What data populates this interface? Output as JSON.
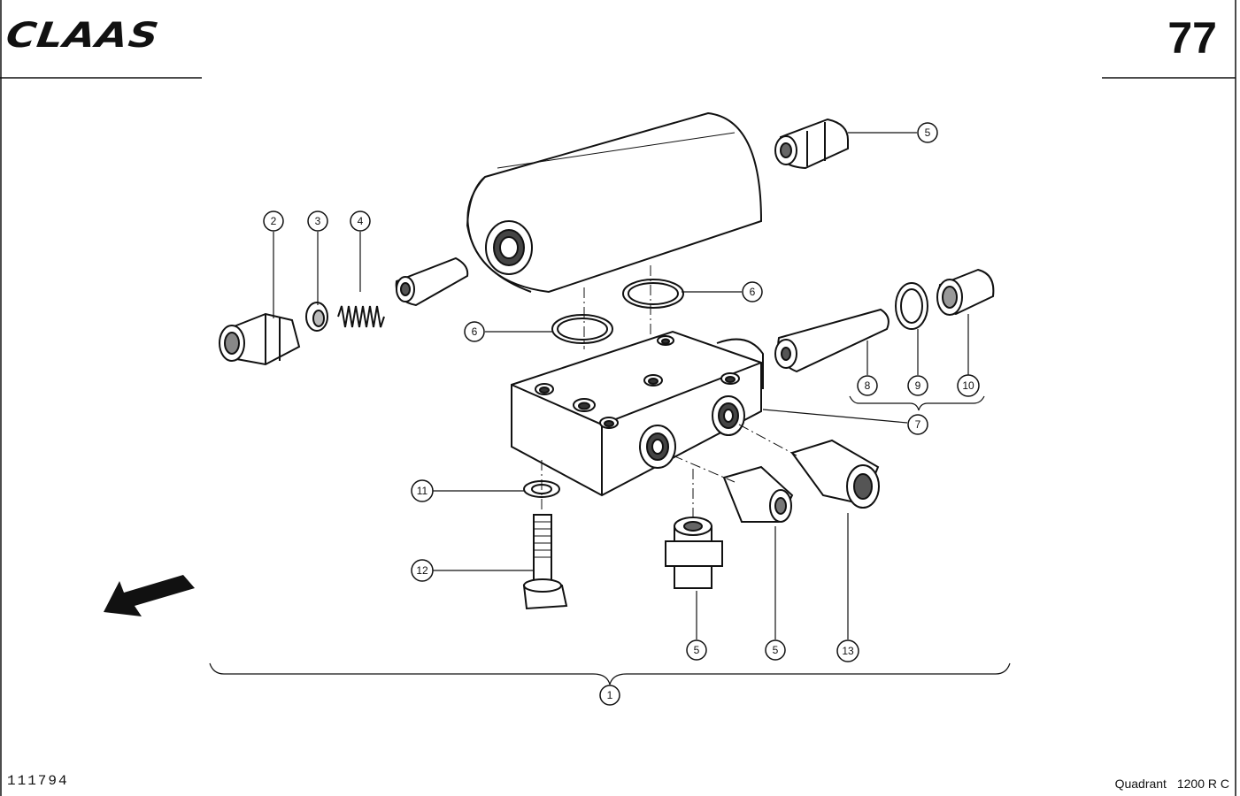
{
  "header": {
    "brand": "CLAAS",
    "page_number": "77"
  },
  "footer": {
    "drawing_number": "111794",
    "model": "Quadrant",
    "model_code": "1200 R C"
  },
  "callouts": [
    "1",
    "2",
    "3",
    "4",
    "5",
    "6",
    "7",
    "8",
    "9",
    "10",
    "11",
    "12",
    "13"
  ],
  "callout_labels": {
    "c1": "1",
    "c2": "2",
    "c3": "3",
    "c4": "4",
    "c5a": "5",
    "c5b": "5",
    "c5c": "5",
    "c6a": "6",
    "c6b": "6",
    "c7": "7",
    "c8": "8",
    "c9": "9",
    "c10": "10",
    "c11": "11",
    "c12": "12",
    "c13": "13"
  }
}
